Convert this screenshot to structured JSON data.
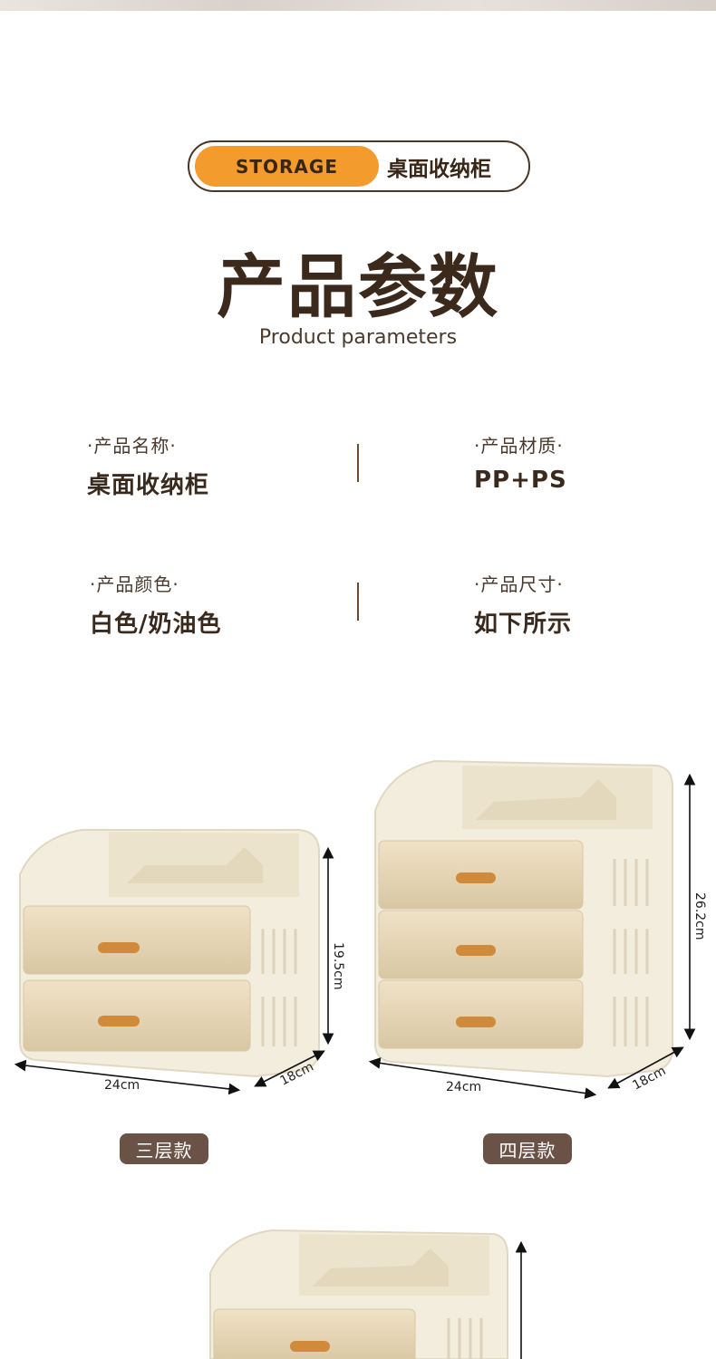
{
  "header": {
    "storage_label": "STORAGE",
    "category_label": "桌面收纳柜"
  },
  "title": {
    "main": "产品参数",
    "subtitle": "Product parameters"
  },
  "params": [
    {
      "label": "·产品名称·",
      "value": "桌面收纳柜"
    },
    {
      "label": "·产品材质·",
      "value": "PP+PS"
    },
    {
      "label": "·产品颜色·",
      "value": "白色/奶油色"
    },
    {
      "label": "·产品尺寸·",
      "value": "如下所示"
    }
  ],
  "products": [
    {
      "tag": "三层款",
      "width": "24cm",
      "depth": "18cm",
      "height": "19.5cm"
    },
    {
      "tag": "四层款",
      "width": "24cm",
      "depth": "18cm",
      "height": "26.2cm"
    }
  ],
  "colors": {
    "accent": "#f49b2e",
    "brown": "#3b2a1c",
    "tag_bg": "#6b5246",
    "cream": "#f3eddd"
  }
}
